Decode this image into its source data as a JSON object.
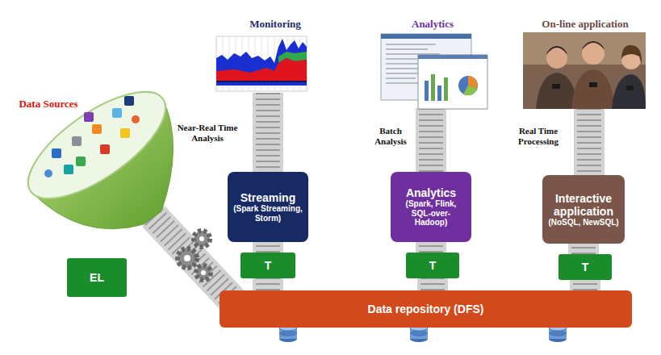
{
  "diagram": {
    "nodes": [
      {
        "text": [
          "Streaming",
          "(Spark Streaming, Storm)"
        ]
      },
      {
        "text": [
          "Analytics",
          "(Spark, Flink, SQL-over-Hadoop)"
        ]
      },
      {
        "text": [
          "Interactive application",
          "(NoSQL, NewSQL)"
        ]
      },
      {
        "text": [
          "EL"
        ]
      },
      {
        "text": [
          "T"
        ]
      },
      {
        "text": [
          "T"
        ]
      },
      {
        "text": [
          "T"
        ]
      },
      {
        "text": [
          "Data repository (DFS)"
        ]
      }
    ],
    "edges": [
      {
        "from": 4,
        "to": 0,
        "arrow": "none"
      },
      {
        "from": 5,
        "to": 1,
        "arrow": "none"
      },
      {
        "from": 6,
        "to": 2,
        "arrow": "none"
      },
      {
        "from": 7,
        "to": 4,
        "arrow": "none"
      },
      {
        "from": 7,
        "to": 5,
        "arrow": "none"
      },
      {
        "from": 7,
        "to": 6,
        "arrow": "none"
      }
    ],
    "labels": [
      "Data Sources",
      "Monitoring",
      "Analytics",
      "On-line application",
      "Near-Real Time Analysis",
      "Batch Analysis",
      "Real Time Processing"
    ]
  }
}
